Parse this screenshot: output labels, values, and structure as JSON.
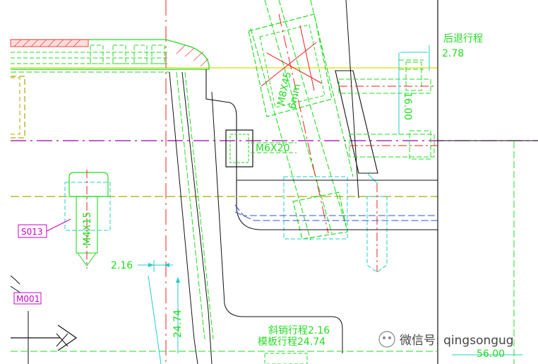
{
  "dimensions": {
    "retreat_label": "后退行程",
    "retreat_value": "2.78",
    "vertical_16": "16.00",
    "left_2_16": "2.16",
    "vertical_24_74": "24.74",
    "bottom_56": "56.00"
  },
  "part_labels": {
    "bolt_top": "M8X45",
    "bolt_mid": "M6X20",
    "bolt_left": "M4X15",
    "screw_top_sub": "6mm"
  },
  "tags": {
    "s013": "S013",
    "m001": "M001"
  },
  "notes": {
    "line1": "斜销行程2.16",
    "line2": "模板行程24.74"
  },
  "watermark": {
    "text": "微信号: qingsongug"
  },
  "colors": {
    "green": "#22dd22",
    "red": "#ee2222",
    "cyan": "#22cccc",
    "yellow": "#cccc00",
    "olive": "#999900",
    "magenta": "#cc00cc",
    "black": "#111111",
    "blue": "#3355cc"
  }
}
